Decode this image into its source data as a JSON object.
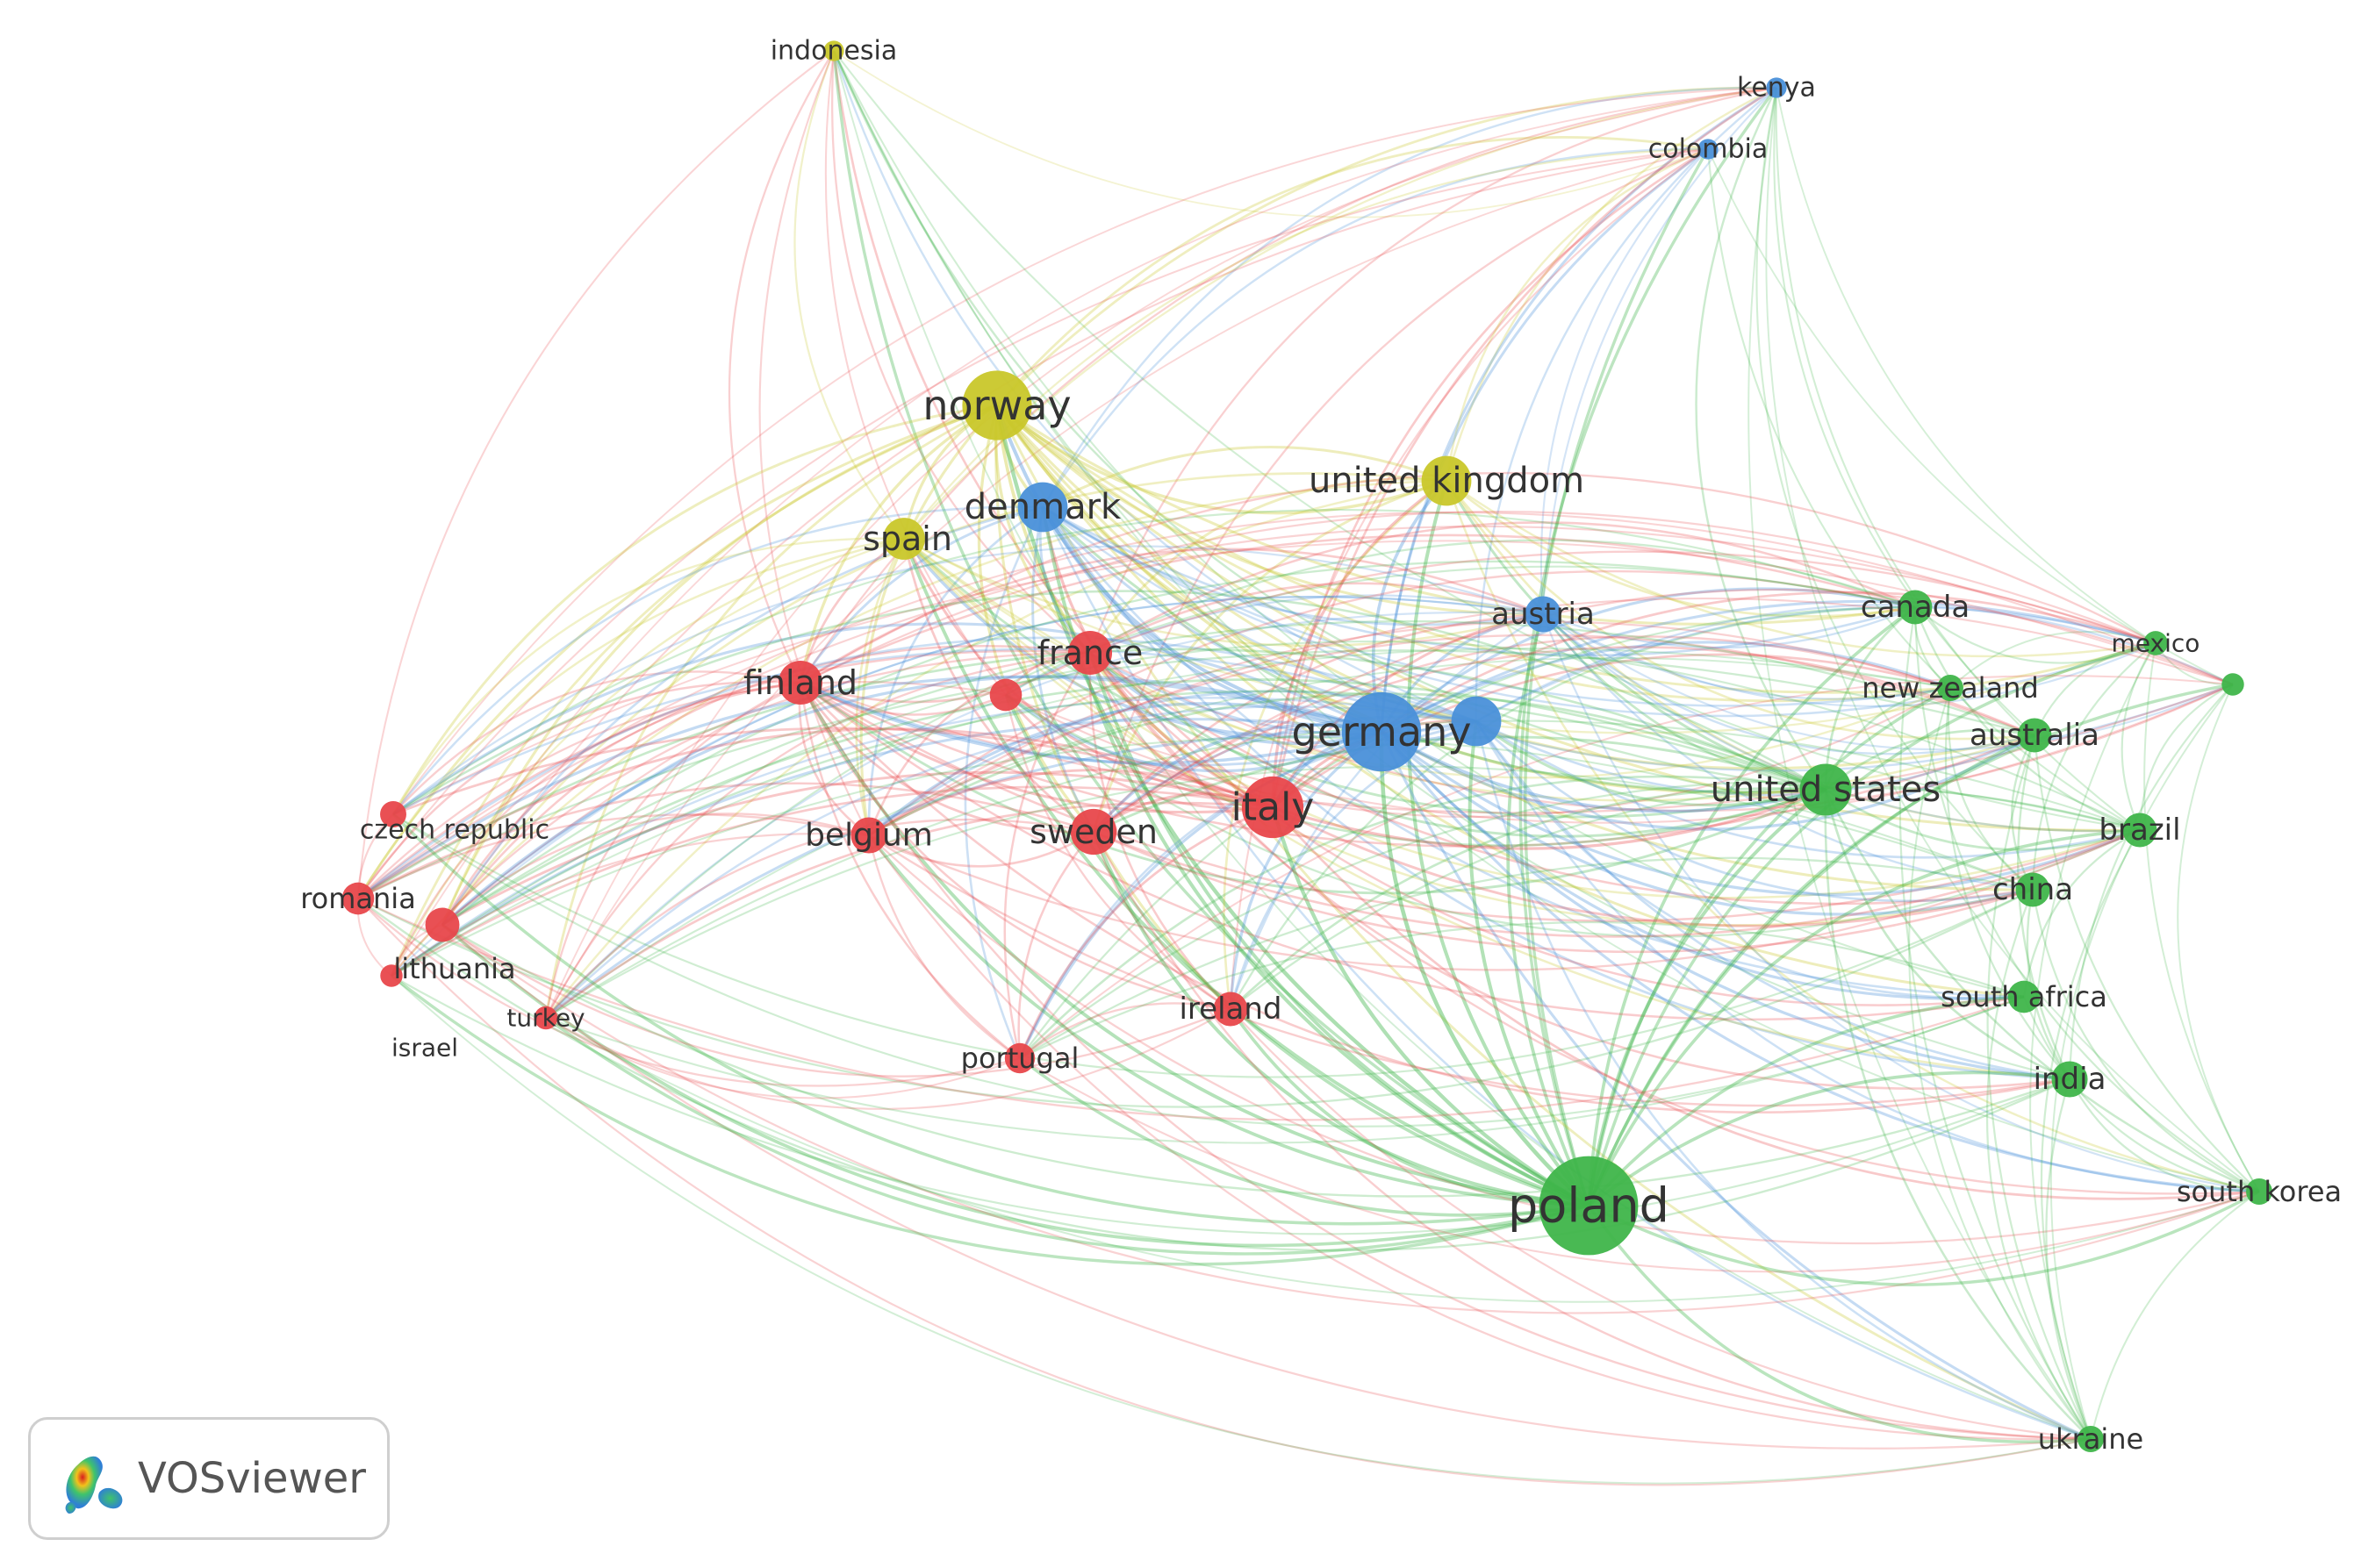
{
  "brand": {
    "name": "VOSviewer"
  },
  "clusters": {
    "red": "#e8474b",
    "green": "#3fb54a",
    "blue": "#4a90d9",
    "yellow": "#c9c72a"
  },
  "nodes": [
    {
      "id": "indonesia",
      "label": "indonesia",
      "cluster": "yellow",
      "weight": 1
    },
    {
      "id": "kenya",
      "label": "kenya",
      "cluster": "blue",
      "weight": 1
    },
    {
      "id": "colombia",
      "label": "colombia",
      "cluster": "blue",
      "weight": 1
    },
    {
      "id": "norway",
      "label": "norway",
      "cluster": "yellow",
      "weight": 6
    },
    {
      "id": "united-kingdom",
      "label": "united kingdom",
      "cluster": "yellow",
      "weight": 4
    },
    {
      "id": "denmark",
      "label": "denmark",
      "cluster": "blue",
      "weight": 4
    },
    {
      "id": "spain",
      "label": "spain",
      "cluster": "yellow",
      "weight": 3.2
    },
    {
      "id": "austria",
      "label": "austria",
      "cluster": "blue",
      "weight": 2.6
    },
    {
      "id": "canada",
      "label": "canada",
      "cluster": "green",
      "weight": 2.4
    },
    {
      "id": "mexico",
      "label": "mexico",
      "cluster": "green",
      "weight": 1.4
    },
    {
      "id": "finland",
      "label": "finland",
      "cluster": "red",
      "weight": 3.4
    },
    {
      "id": "france",
      "label": "france",
      "cluster": "red",
      "weight": 3.4
    },
    {
      "id": "unnamed-red",
      "label": "",
      "cluster": "red",
      "weight": 2.2
    },
    {
      "id": "new-zealand",
      "label": "new zealand",
      "cluster": "green",
      "weight": 1.6
    },
    {
      "id": "unnamed-green",
      "label": "",
      "cluster": "green",
      "weight": 1.2
    },
    {
      "id": "germany",
      "label": "germany",
      "cluster": "blue",
      "weight": 7
    },
    {
      "id": "unnamed-blue",
      "label": "",
      "cluster": "blue",
      "weight": 4
    },
    {
      "id": "australia",
      "label": "australia",
      "cluster": "green",
      "weight": 2.4
    },
    {
      "id": "italy",
      "label": "italy",
      "cluster": "red",
      "weight": 5.2
    },
    {
      "id": "united-states",
      "label": "united states",
      "cluster": "green",
      "weight": 4.2
    },
    {
      "id": "czech-republic",
      "label": "czech republic",
      "cluster": "red",
      "weight": 1.6
    },
    {
      "id": "belgium",
      "label": "belgium",
      "cluster": "red",
      "weight": 2.6
    },
    {
      "id": "sweden",
      "label": "sweden",
      "cluster": "red",
      "weight": 3.6
    },
    {
      "id": "brazil",
      "label": "brazil",
      "cluster": "green",
      "weight": 2.4
    },
    {
      "id": "romania",
      "label": "romania",
      "cluster": "red",
      "weight": 2.2
    },
    {
      "id": "china",
      "label": "china",
      "cluster": "green",
      "weight": 2.4
    },
    {
      "id": "lithuania",
      "label": "lithuania",
      "cluster": "red",
      "weight": 2.4
    },
    {
      "id": "turkey",
      "label": "turkey",
      "cluster": "red",
      "weight": 1.3
    },
    {
      "id": "ireland",
      "label": "ireland",
      "cluster": "red",
      "weight": 2.4
    },
    {
      "id": "south-africa",
      "label": "south africa",
      "cluster": "green",
      "weight": 2.2
    },
    {
      "id": "israel",
      "label": "israel",
      "cluster": "red",
      "weight": 1.2
    },
    {
      "id": "portugal",
      "label": "portugal",
      "cluster": "red",
      "weight": 2
    },
    {
      "id": "india",
      "label": "india",
      "cluster": "green",
      "weight": 2.6
    },
    {
      "id": "poland",
      "label": "poland",
      "cluster": "green",
      "weight": 9
    },
    {
      "id": "south-korea",
      "label": "south korea",
      "cluster": "green",
      "weight": 1.6
    },
    {
      "id": "ukraine",
      "label": "ukraine",
      "cluster": "green",
      "weight": 1.6
    }
  ]
}
